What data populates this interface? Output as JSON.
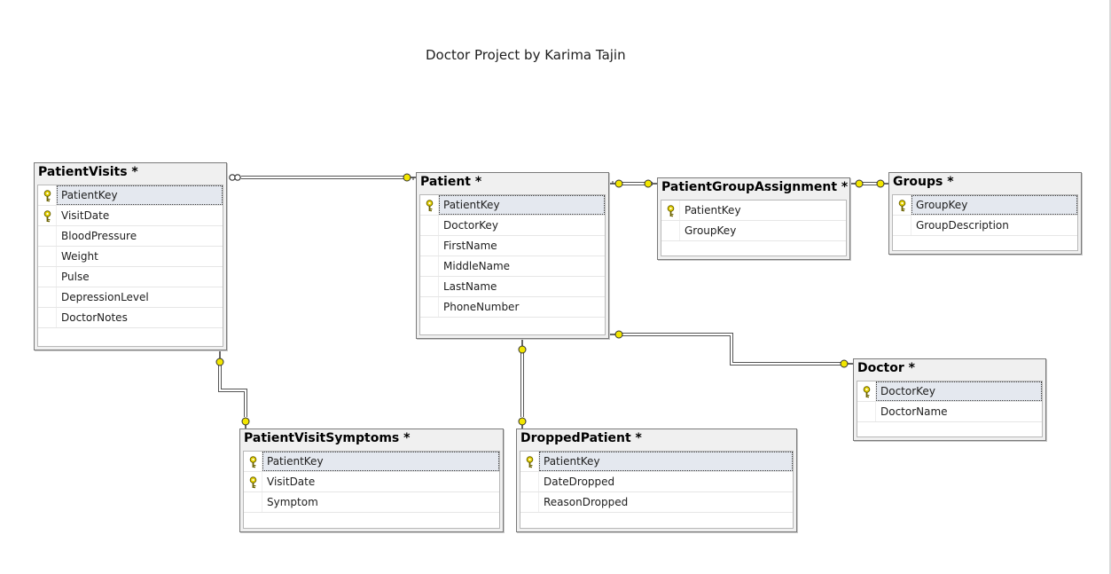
{
  "diagram_title": "Doctor Project by Karima Tajin",
  "colors": {
    "table_header_bg": "#f0f0f0",
    "table_border": "#7a7a7a",
    "connector_line": "#555555",
    "relationship_endpoint": "#f2e600",
    "key_icon": "#d9c400",
    "selected_row_bg": "#e4e8ef"
  },
  "icons": {
    "primary_key": "key-icon",
    "one_end": "key-endpoint-icon",
    "many_end": "infinity-endpoint-icon"
  },
  "tables": [
    {
      "id": "patientvisits",
      "title": "PatientVisits *",
      "columns": [
        {
          "name": "PatientKey",
          "pk": true,
          "selected": true
        },
        {
          "name": "VisitDate",
          "pk": true
        },
        {
          "name": "BloodPressure"
        },
        {
          "name": "Weight"
        },
        {
          "name": "Pulse"
        },
        {
          "name": "DepressionLevel"
        },
        {
          "name": "DoctorNotes"
        }
      ]
    },
    {
      "id": "patient",
      "title": "Patient *",
      "columns": [
        {
          "name": "PatientKey",
          "pk": true,
          "selected": true
        },
        {
          "name": "DoctorKey"
        },
        {
          "name": "FirstName"
        },
        {
          "name": "MiddleName"
        },
        {
          "name": "LastName"
        },
        {
          "name": "PhoneNumber"
        }
      ]
    },
    {
      "id": "patientgroupassignment",
      "title": "PatientGroupAssignment *",
      "columns": [
        {
          "name": "PatientKey",
          "pk": true
        },
        {
          "name": "GroupKey"
        }
      ]
    },
    {
      "id": "groups",
      "title": "Groups *",
      "columns": [
        {
          "name": "GroupKey",
          "pk": true,
          "selected": true
        },
        {
          "name": "GroupDescription"
        }
      ]
    },
    {
      "id": "doctor",
      "title": "Doctor *",
      "columns": [
        {
          "name": "DoctorKey",
          "pk": true,
          "selected": true
        },
        {
          "name": "DoctorName"
        }
      ]
    },
    {
      "id": "patientvisitsymptoms",
      "title": "PatientVisitSymptoms *",
      "columns": [
        {
          "name": "PatientKey",
          "pk": true,
          "selected": true
        },
        {
          "name": "VisitDate",
          "pk": true
        },
        {
          "name": "Symptom"
        }
      ]
    },
    {
      "id": "droppedpatient",
      "title": "DroppedPatient *",
      "columns": [
        {
          "name": "PatientKey",
          "pk": true,
          "selected": true
        },
        {
          "name": "DateDropped"
        },
        {
          "name": "ReasonDropped"
        }
      ]
    }
  ],
  "relationships": [
    {
      "id": "patient-patientvisits",
      "one": "patient",
      "many": "patientvisits"
    },
    {
      "id": "patient-patientgroupassignment",
      "one": "patient",
      "many": "patientgroupassignment"
    },
    {
      "id": "groups-patientgroupassignment",
      "one": "groups",
      "many": "patientgroupassignment"
    },
    {
      "id": "doctor-patient",
      "one": "doctor",
      "many": "patient"
    },
    {
      "id": "patientvisits-patientvisitsymptoms",
      "one": "patientvisits",
      "many": "patientvisitsymptoms"
    },
    {
      "id": "patient-droppedpatient",
      "one": "patient",
      "many": "droppedpatient"
    }
  ]
}
